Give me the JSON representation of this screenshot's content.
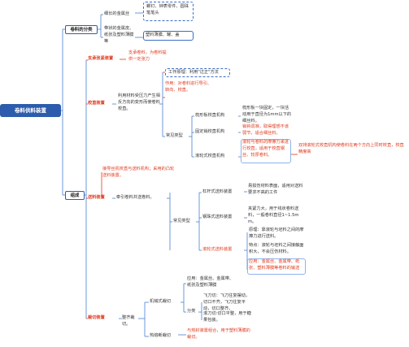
{
  "root": "卷料供料装置",
  "branch_a": {
    "label": "卷料的分类",
    "item1": "细长的金属丝",
    "item1_note": "螺钉、钟表零件、圆珠笔笔头",
    "item2": "带状的金属皮、纸张及塑料薄膜等",
    "item2_note": "塑料薄膜、罐、盖"
  },
  "branch_b": {
    "label": "组成",
    "support": {
      "label": "支承张紧装置",
      "desc": "支承卷料，为卷料提供一定张力"
    },
    "correct": {
      "label": "校直装置",
      "principle": "工作原理：利用\"过正\"方法",
      "desc": "利用材料受压力产生相反方向的变形而使卷料校直。",
      "use": "作用：对卷料进行导引、转向、校直。",
      "types_label": "常见类型",
      "t1": "梳形板校直机构",
      "t1_note": "梳形板一块固定，一块活动用于直径为1mm以下的细丝料。",
      "t2": "固定销校直机构",
      "t2_note": "销钩调准，取得理想不该弱节，适合细丝料。",
      "t3": "滚轮式校直机构",
      "t3_note": "滚轮与卷料的摩擦力来进行校直，适用于校直钢丝、较厚卷料。",
      "t3_extra": "双排滚轮式校直机构使卷料在两个方向上同时校直，校直精度高"
    },
    "feed": {
      "label": "送料装置",
      "note": "接导丝机校直与送料机构；采用的凸轮送料装置。",
      "desc": "牵引卷料并送卷料。",
      "types_label": "常见类型",
      "t1": "杠杆式送料装置",
      "t1_note": "易损伤材料表面，适用对送料要求不高的工件",
      "t2": "钢珠式送料装置",
      "t2_note": "夹紧力大，用于线状卷料送料，一般卷料直径1~1.5mm。",
      "t3": "滚轮式送料装置",
      "t3_n1": "原理：靠滚轮与坯料之间的摩擦力进行送料。",
      "t3_n2": "特点：滚轮与坯料之间接触面积大，不会压伤材料。",
      "t3_n3": "应用：金属丝、金属带、纸张、塑料薄膜等卷料的输送"
    },
    "cut": {
      "label": "裁切装置",
      "desc": "整齐裁切。",
      "mech": "机械式裁切",
      "mech_use": "应用：金属丝、金属带、纸张及塑料薄膜",
      "cls": "分类",
      "c1": "飞刀切：飞刀往复摆动，切口不齐，飞刀往复平动，切口整齐。",
      "c2": "滚刀切:切口平整，用于糖果包装。",
      "hot": "热熔断裁切",
      "hot_note": "与热封装置组合，用于塑料薄膜的裁切。"
    }
  }
}
